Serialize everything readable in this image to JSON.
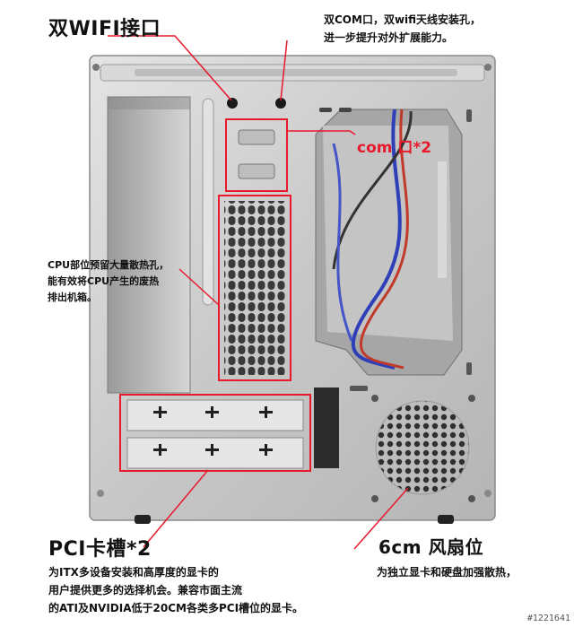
{
  "labels": {
    "wifi_title": "双WIFI接口",
    "wifi_desc_line1": "双COM口，双wifi天线安装孔，",
    "wifi_desc_line2": "进一步提升对外扩展能力。",
    "com_label": "com 口*2",
    "cpu_desc_line1": "CPU部位预留大量散热孔，",
    "cpu_desc_line2": "能有效将CPU产生的废热",
    "cpu_desc_line3": "排出机箱。",
    "pci_title": "PCI卡槽*2",
    "pci_desc_line1": "为ITX多设备安装和高厚度的显卡的",
    "pci_desc_line2": "用户提供更多的选择机会。兼容市面主流",
    "pci_desc_line3": "的ATI及NVIDIA低于20CM各类多PCI槽位的显卡。",
    "fan_title": "6cm 风扇位",
    "fan_desc": "为独立显卡和硬盘加强散热，",
    "watermark": "#1221641"
  },
  "colors": {
    "accent_red": "#e8192c",
    "chassis": "#c9c9c9",
    "chassis_dark": "#8f8f8f"
  }
}
